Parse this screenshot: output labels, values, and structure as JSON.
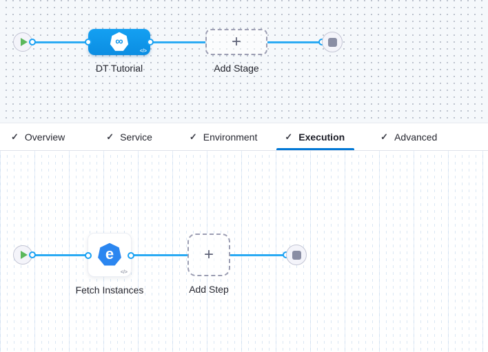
{
  "stage_canvas": {
    "stage": {
      "name": "DT Tutorial",
      "icon_glyph": "∞",
      "code_icon": "</>"
    },
    "add_stage": {
      "label": "Add Stage",
      "plus": "+"
    }
  },
  "tabs": {
    "check": "✓",
    "active": "Execution",
    "items": [
      {
        "label": "Overview"
      },
      {
        "label": "Service"
      },
      {
        "label": "Environment"
      },
      {
        "label": "Execution"
      },
      {
        "label": "Advanced"
      }
    ]
  },
  "execution_canvas": {
    "step": {
      "name": "Fetch Instances",
      "icon_glyph": "e",
      "code_icon": "</>"
    },
    "add_step": {
      "label": "Add Step",
      "plus": "+"
    }
  },
  "colors": {
    "accent_blue": "#0278d5",
    "edge_blue": "#2aaaf3",
    "stage_node_blue": "#0d93e8",
    "step_icon_blue": "#2b86f0",
    "play_green": "#5cb85c",
    "stop_gray": "#8a8ea4",
    "canvas_top_bg": "#f5f8fb",
    "canvas_bottom_bg": "#ffffff"
  }
}
